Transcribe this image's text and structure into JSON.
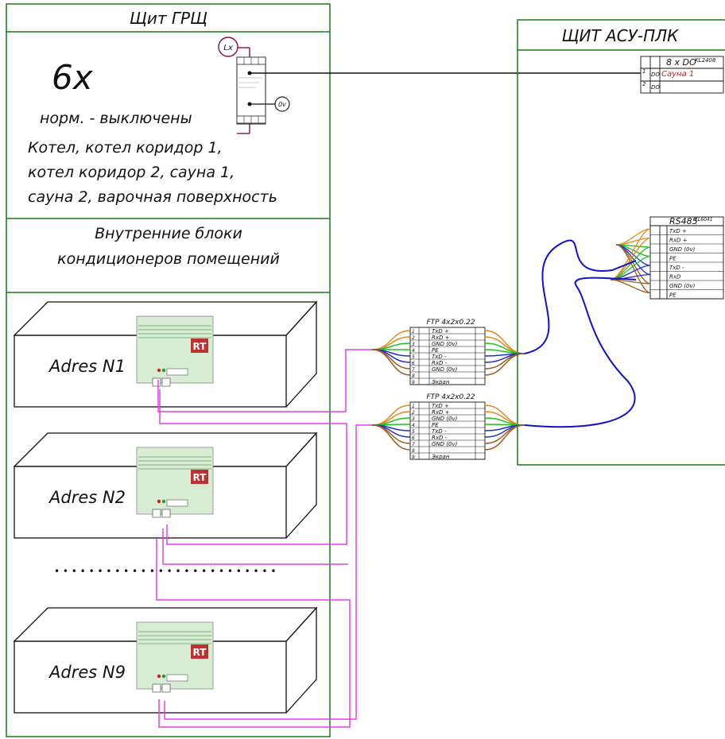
{
  "left_panel": {
    "title": "Щит ГРЩ",
    "relay_count": "6х",
    "relay_state": "норм. - выключены",
    "loads_lines": [
      "Котел, котел коридор 1,",
      "котел коридор 2, сауна 1,",
      "сауна 2, варочная поверхность"
    ],
    "lx_label": "Lx",
    "zero_label": "0v",
    "indoor_title_lines": [
      "Внутренние блоки",
      "кондиционеров помещений"
    ],
    "units": [
      {
        "label": "Adres N1",
        "logo": "RT"
      },
      {
        "label": "Adres N2",
        "logo": "RT"
      },
      {
        "label": "Adres N9",
        "logo": "RT"
      }
    ],
    "ellipsis": "• • • • • • • • • • • • • • • • • • • • • • • • • •"
  },
  "right_panel": {
    "title": "ЩИТ АСУ-ПЛК",
    "do_module": {
      "header": "8 х DO",
      "part": "KL2408",
      "rows": [
        {
          "num": "1",
          "type": "DO",
          "label": "Сауна 1"
        },
        {
          "num": "2",
          "type": "DO",
          "label": ""
        }
      ]
    },
    "rs485_module": {
      "header": "RS485",
      "part": "KL6041",
      "rows": [
        "TxD +",
        "RxD +",
        "GND (0v)",
        "PE",
        "TxD -",
        "RxD",
        "GND (0v)",
        "PE"
      ]
    }
  },
  "cables": [
    {
      "title": "FTP 4x2x0.22",
      "rows": [
        "TxD +",
        "RxD +",
        "GND (0v)",
        "PE",
        "TxD -",
        "RxD -",
        "GND (0v)",
        "",
        "Экран"
      ]
    },
    {
      "title": "FTP 4x2x0.22",
      "rows": [
        "TxD +",
        "RxD +",
        "GND (0v)",
        "PE",
        "TxD -",
        "RxD -",
        "GND (0v)",
        "",
        "Экран"
      ]
    }
  ],
  "colors": {
    "frame": "#1a7a1a",
    "bus": "#e040e0",
    "link": "#1010d0",
    "pair_orange": "#e08a20",
    "pair_green": "#20c020",
    "pair_brown": "#a05a20",
    "pair_blue": "#2030d0"
  }
}
